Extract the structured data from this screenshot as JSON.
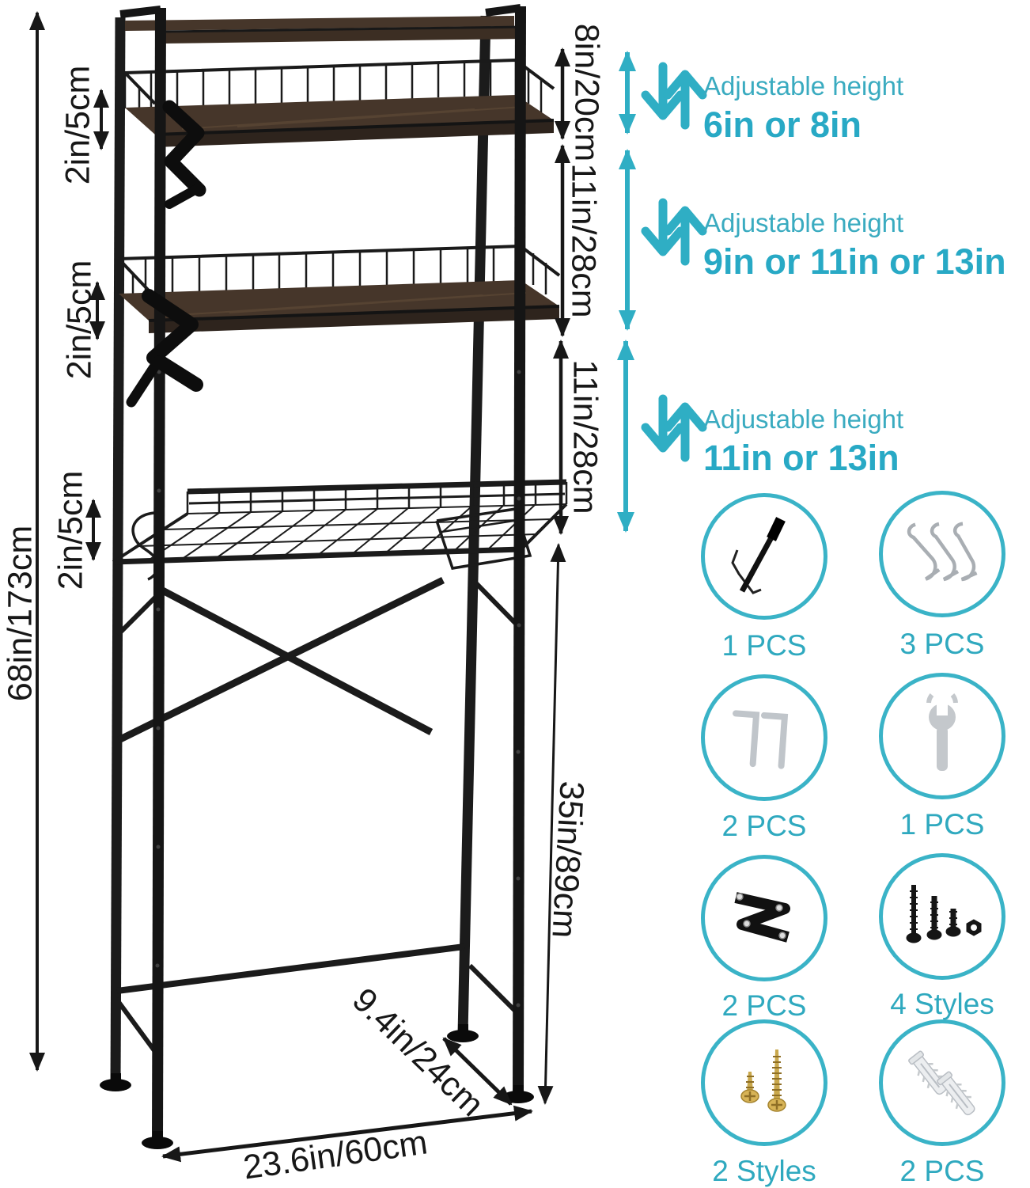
{
  "product": {
    "description": "over-the-toilet storage rack dimension diagram"
  },
  "colors": {
    "teal": "#2FAEC4",
    "frame_black": "#1b1b1b",
    "wood": "#46362a"
  },
  "dims": {
    "total_height": "68in/173cm",
    "base_width": "23.6in/60cm",
    "depth": "9.4in/24cm",
    "open_height": "35in/89cm",
    "thickness_top": "2in/5cm",
    "thickness_mid": "2in/5cm",
    "thickness_low": "2in/5cm",
    "gap_1": "8in/20cm",
    "gap_2": "11in/28cm",
    "gap_3": "11in/28cm"
  },
  "adjustable": [
    {
      "icon": "double-arrow-icon",
      "title": "Adjustable height",
      "value": "6in or 8in"
    },
    {
      "icon": "double-arrow-icon",
      "title": "Adjustable height",
      "value": "9in or 11in or 13in"
    },
    {
      "icon": "double-arrow-icon",
      "title": "Adjustable height",
      "value": "11in or 13in"
    }
  ],
  "parts": [
    {
      "icon": "paper-holder-icon",
      "label": "1 PCS"
    },
    {
      "icon": "s-hooks-icon",
      "label": "3 PCS"
    },
    {
      "icon": "hex-keys-icon",
      "label": "2 PCS"
    },
    {
      "icon": "wrench-icon",
      "label": "1 PCS"
    },
    {
      "icon": "straps-icon",
      "label": "2 PCS"
    },
    {
      "icon": "black-screws-icon",
      "label": "4 Styles"
    },
    {
      "icon": "gold-screws-icon",
      "label": "2 Styles"
    },
    {
      "icon": "wall-anchors-icon",
      "label": "2 PCS"
    }
  ]
}
